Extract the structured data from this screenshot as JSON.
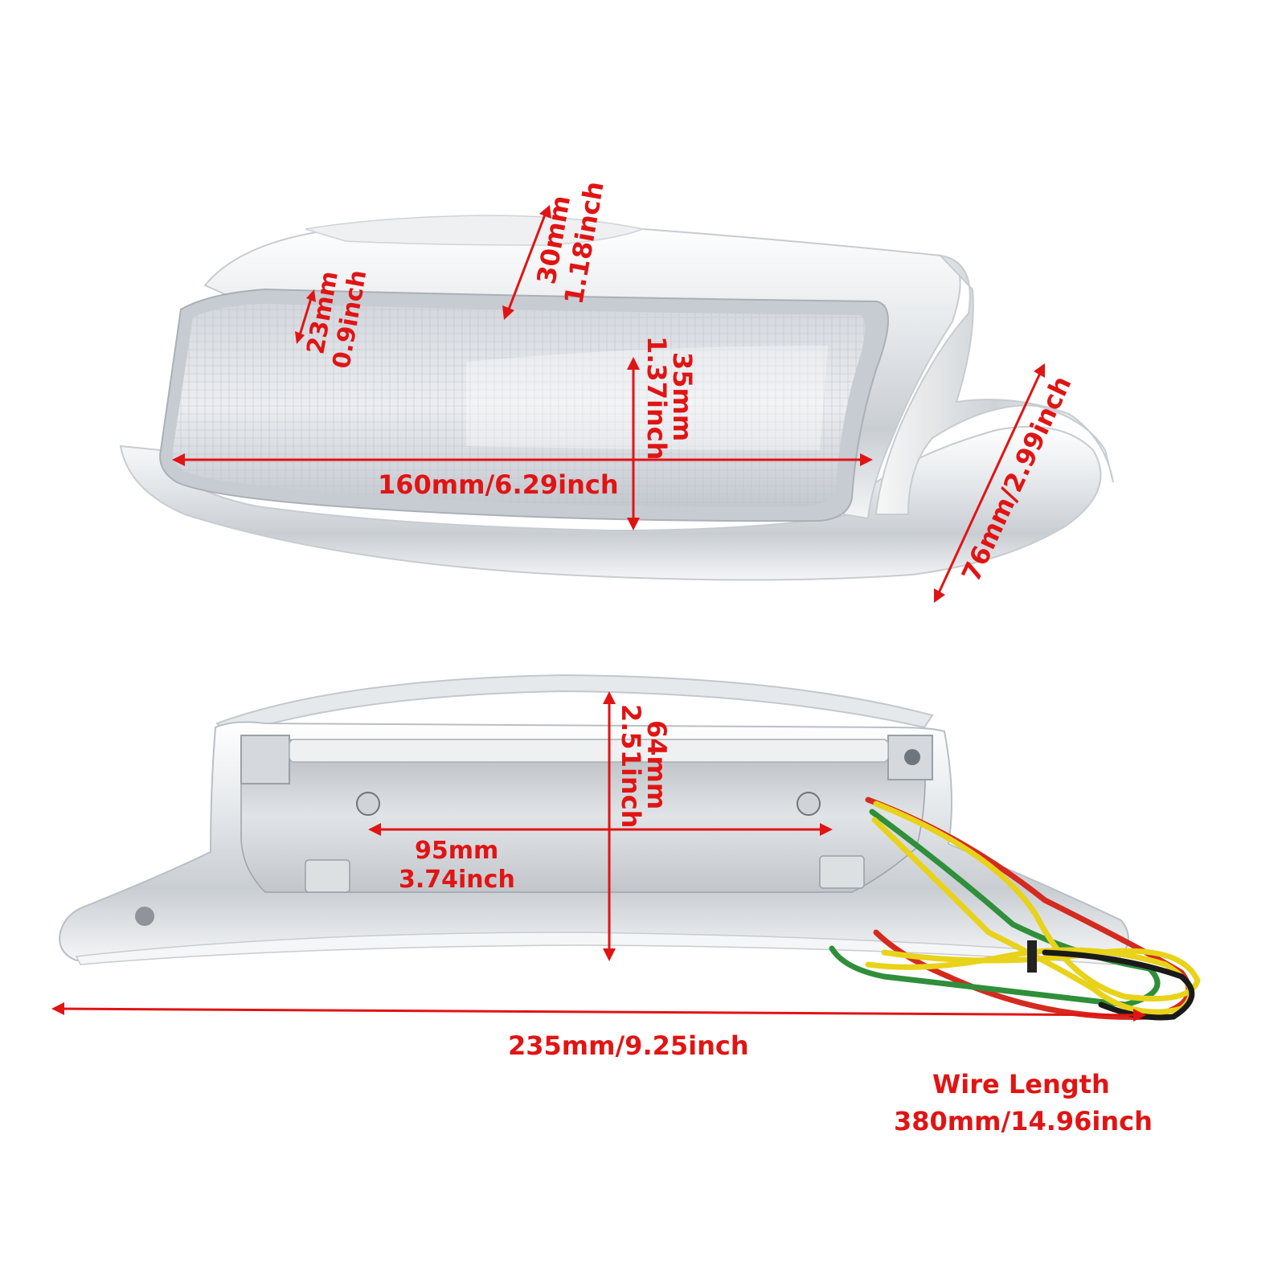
{
  "top_view": {
    "dim_30": {
      "mm": "30mm",
      "inch": "1.18inch"
    },
    "dim_23": {
      "mm": "23mm",
      "inch": "0.9inch"
    },
    "dim_35": {
      "mm": "35mm",
      "inch": "1.37inch"
    },
    "dim_160": {
      "label": "160mm/6.29inch"
    },
    "dim_76": {
      "label": "76mm/2.99inch"
    }
  },
  "bottom_view": {
    "dim_64": {
      "mm": "64mm",
      "inch": "2.51inch"
    },
    "dim_95": {
      "mm": "95mm",
      "inch": "3.74inch"
    },
    "dim_235": {
      "label": "235mm/9.25inch"
    },
    "wire": {
      "title": "Wire Length",
      "value": "380mm/14.96inch"
    }
  },
  "colors": {
    "dimension": "#e11414",
    "chrome": "#d9dde1",
    "wire_red": "#d42a1f",
    "wire_green": "#2f8f3a",
    "wire_yellow": "#e8d21a",
    "wire_black": "#1a1a1a"
  }
}
